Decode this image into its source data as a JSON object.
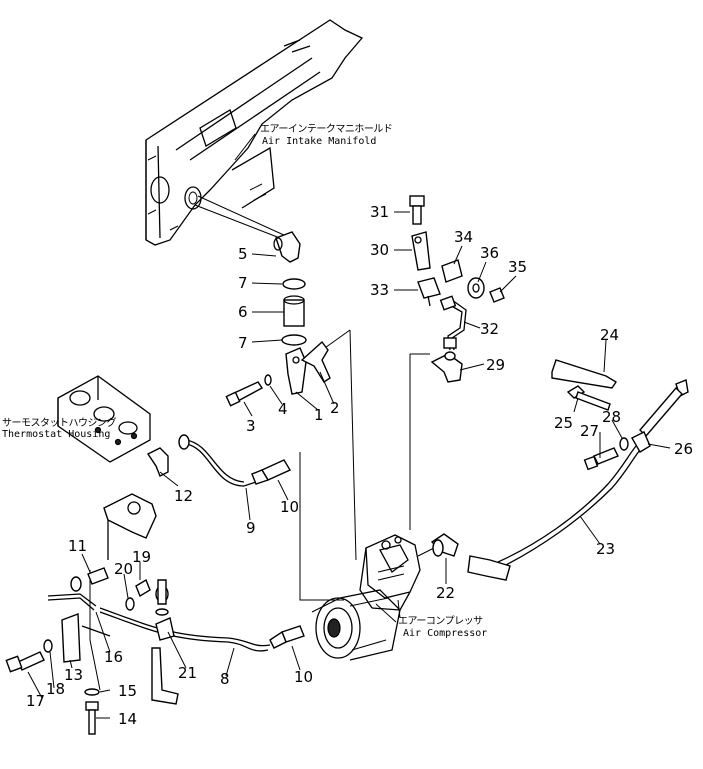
{
  "labels": {
    "intake_jp": "エアーインテークマニホールド",
    "intake_en": "Air  Intake  Manifold",
    "thermo_jp": "サーモスタットハウジング",
    "thermo_en": "Thermostat  Housing",
    "comp_jp": "エアーコンプレッサ",
    "comp_en": "Air  Compressor"
  },
  "part_numbers": [
    "1",
    "2",
    "3",
    "4",
    "5",
    "6",
    "7",
    "7",
    "8",
    "9",
    "10",
    "10",
    "11",
    "12",
    "13",
    "14",
    "15",
    "16",
    "17",
    "18",
    "19",
    "20",
    "21",
    "22",
    "23",
    "24",
    "25",
    "26",
    "27",
    "28",
    "29",
    "30",
    "31",
    "32",
    "33",
    "34",
    "35",
    "36"
  ]
}
